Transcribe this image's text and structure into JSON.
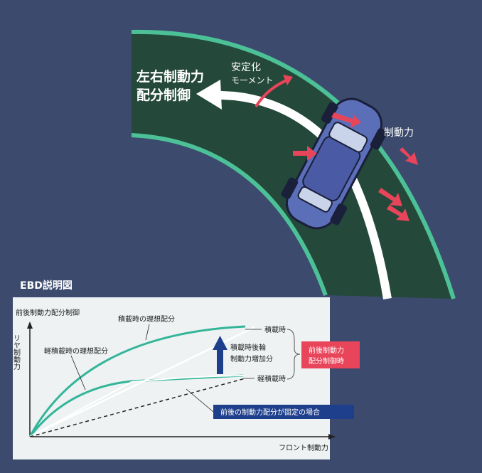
{
  "top_diagram": {
    "title_line1": "左右制動力",
    "title_line2": "配分制御",
    "moment_line1": "安定化",
    "moment_line2": "モーメント",
    "brake_force": "制動力"
  },
  "ebd": {
    "title": "EBD説明図",
    "ylabel_top": "前後制動力配分制御",
    "y_axis_label": "リヤ制動力",
    "x_axis_label": "フロント制動力",
    "ideal_loaded": "積載時の理想配分",
    "ideal_light": "軽積載時の理想配分",
    "loaded": "積載時",
    "light_loaded": "軽積載時",
    "increase_line1": "積載時後輪",
    "increase_line2": "制動力増加分",
    "control_line1": "前後制動力",
    "control_line2": "配分制御時",
    "fixed_case": "前後の制動力配分が固定の場合"
  },
  "colors": {
    "background": "#3c4a6e",
    "road": "#24483a",
    "road_edge": "#4cc096",
    "arrow_red": "#e8455a",
    "car_body": "#5b6eb8",
    "chart_bg": "#eef2f3",
    "curve_teal": "#34b59a",
    "blue_arrow": "#1e3f8c",
    "red_box": "#e8455a"
  }
}
